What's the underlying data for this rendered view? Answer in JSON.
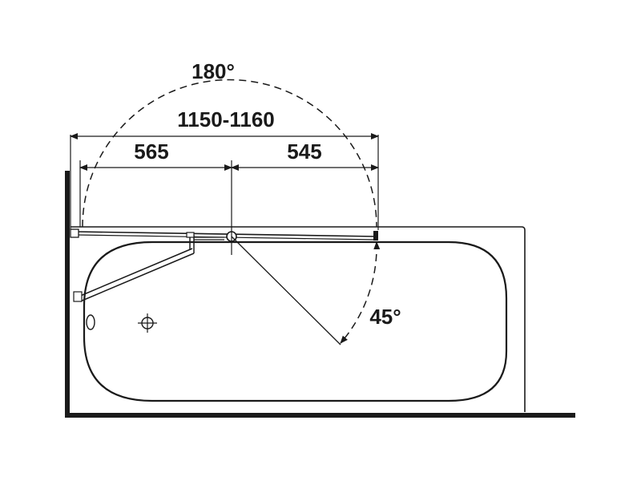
{
  "labels": {
    "swing_angle": "180°",
    "total_width": "1150-1160",
    "left_segment": "565",
    "right_segment": "545",
    "tilt_angle": "45°"
  },
  "colors": {
    "line": "#1a1a1a",
    "background": "#ffffff"
  }
}
